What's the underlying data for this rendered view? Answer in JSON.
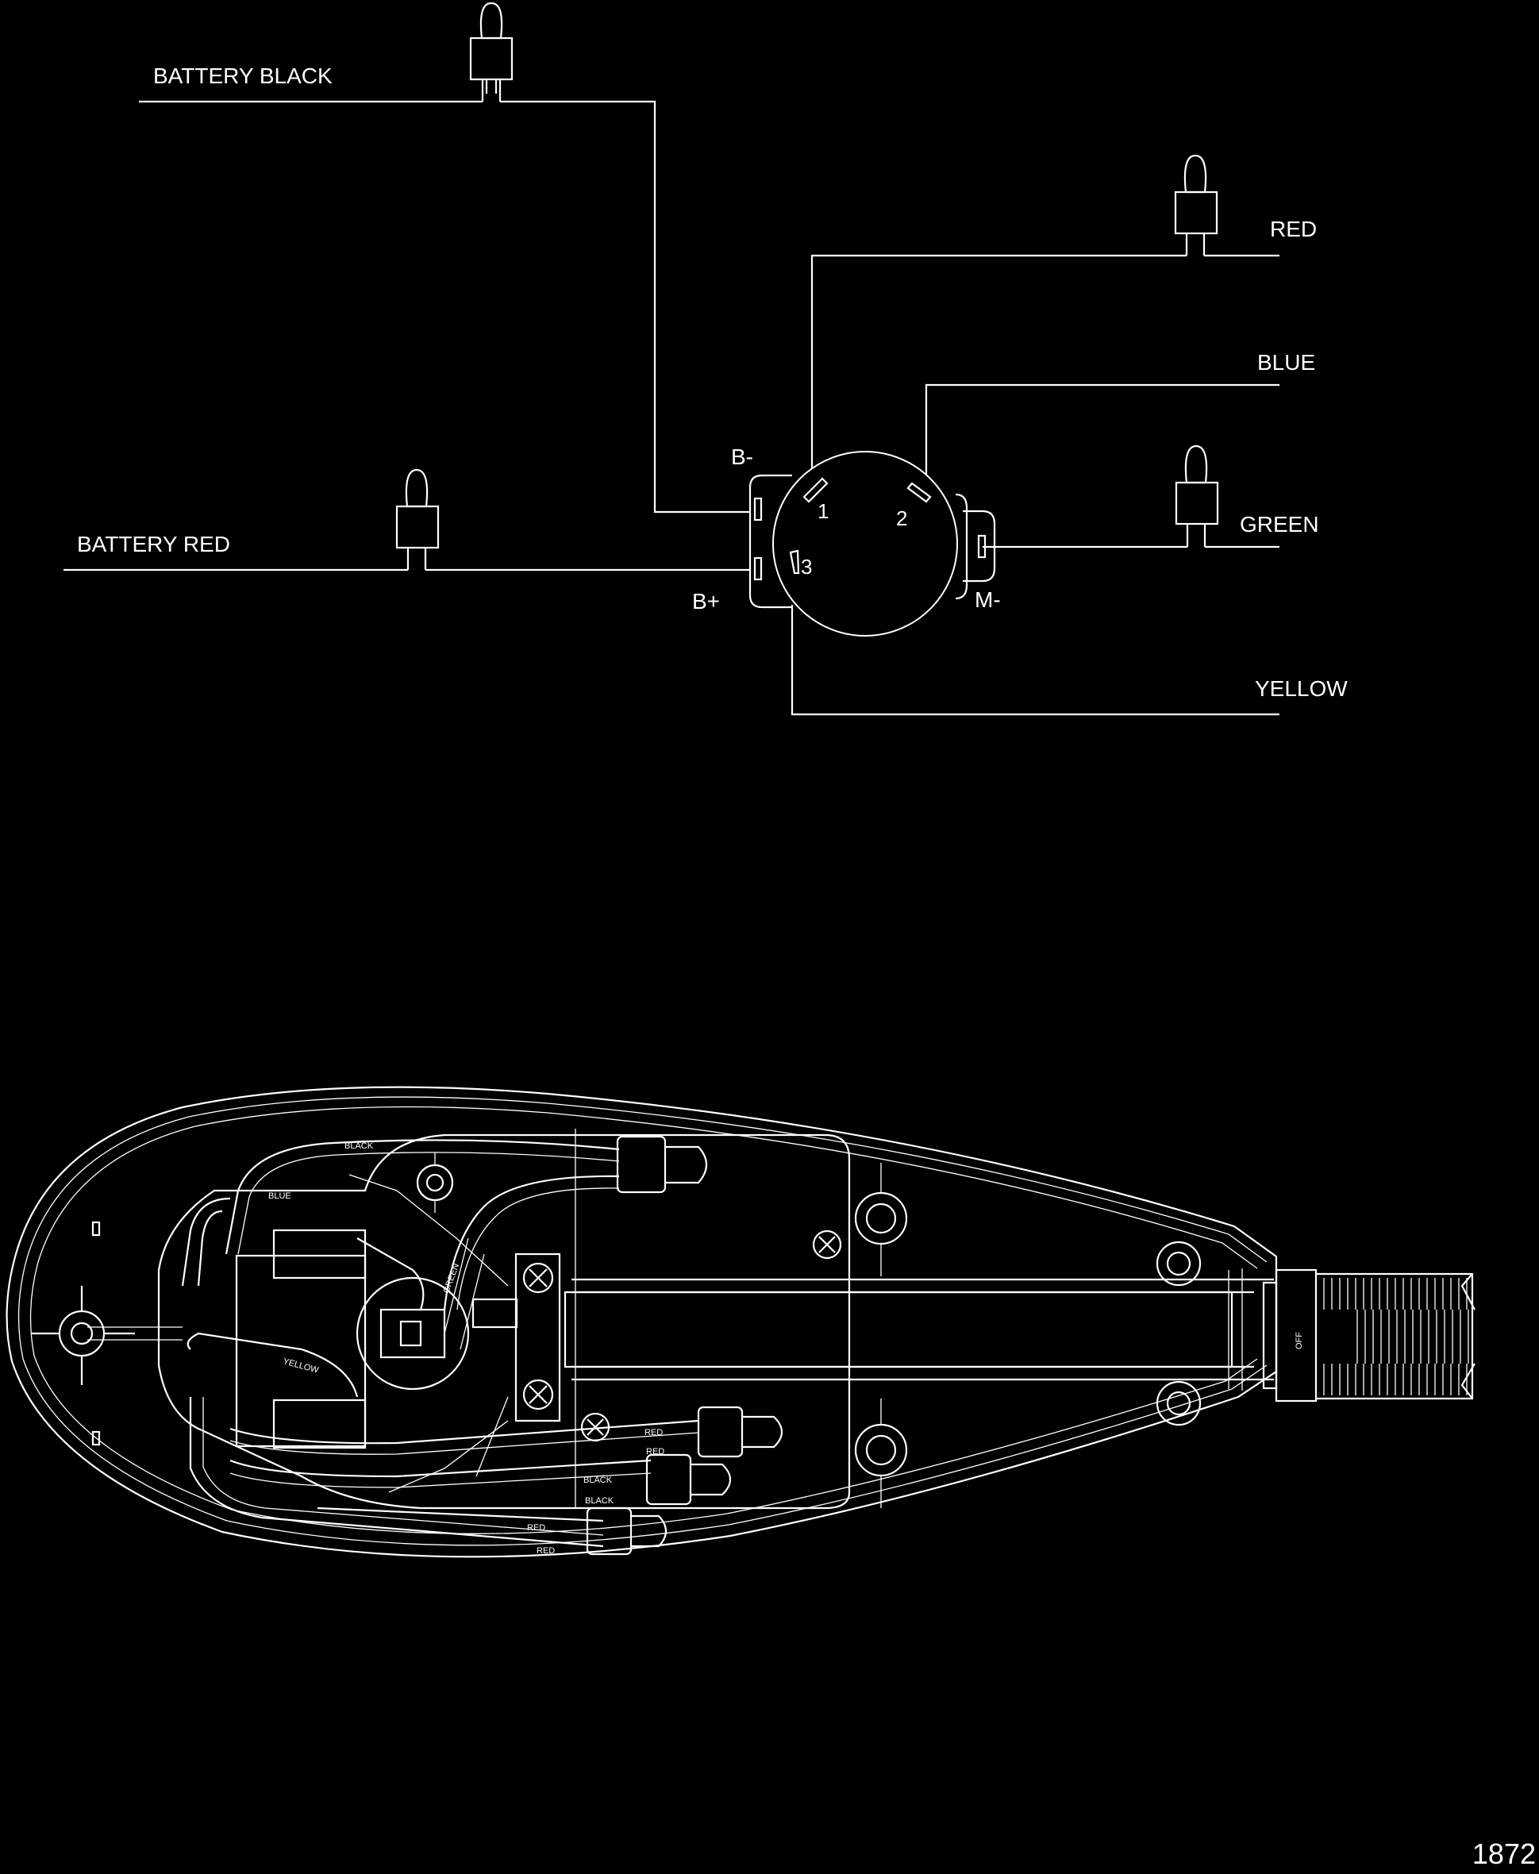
{
  "wiring": {
    "battery_black": "BATTERY BLACK",
    "battery_red": "BATTERY RED",
    "red": "RED",
    "blue": "BLUE",
    "green": "GREEN",
    "yellow": "YELLOW",
    "b_minus": "B-",
    "b_plus": "B+",
    "m_minus": "M-",
    "pin1": "1",
    "pin2": "2",
    "pin3": "3"
  },
  "motor": {
    "black_1": "BLACK",
    "blue": "BLUE",
    "green": "GREEN",
    "yellow": "YELLOW",
    "red_1": "RED",
    "red_2": "RED",
    "black_2": "BLACK",
    "black_3": "BLACK",
    "red_3": "RED",
    "red_4": "RED",
    "off": "OFF"
  },
  "figure_number": "1872",
  "colors": {
    "background": "#000000",
    "line": "#ffffff"
  }
}
